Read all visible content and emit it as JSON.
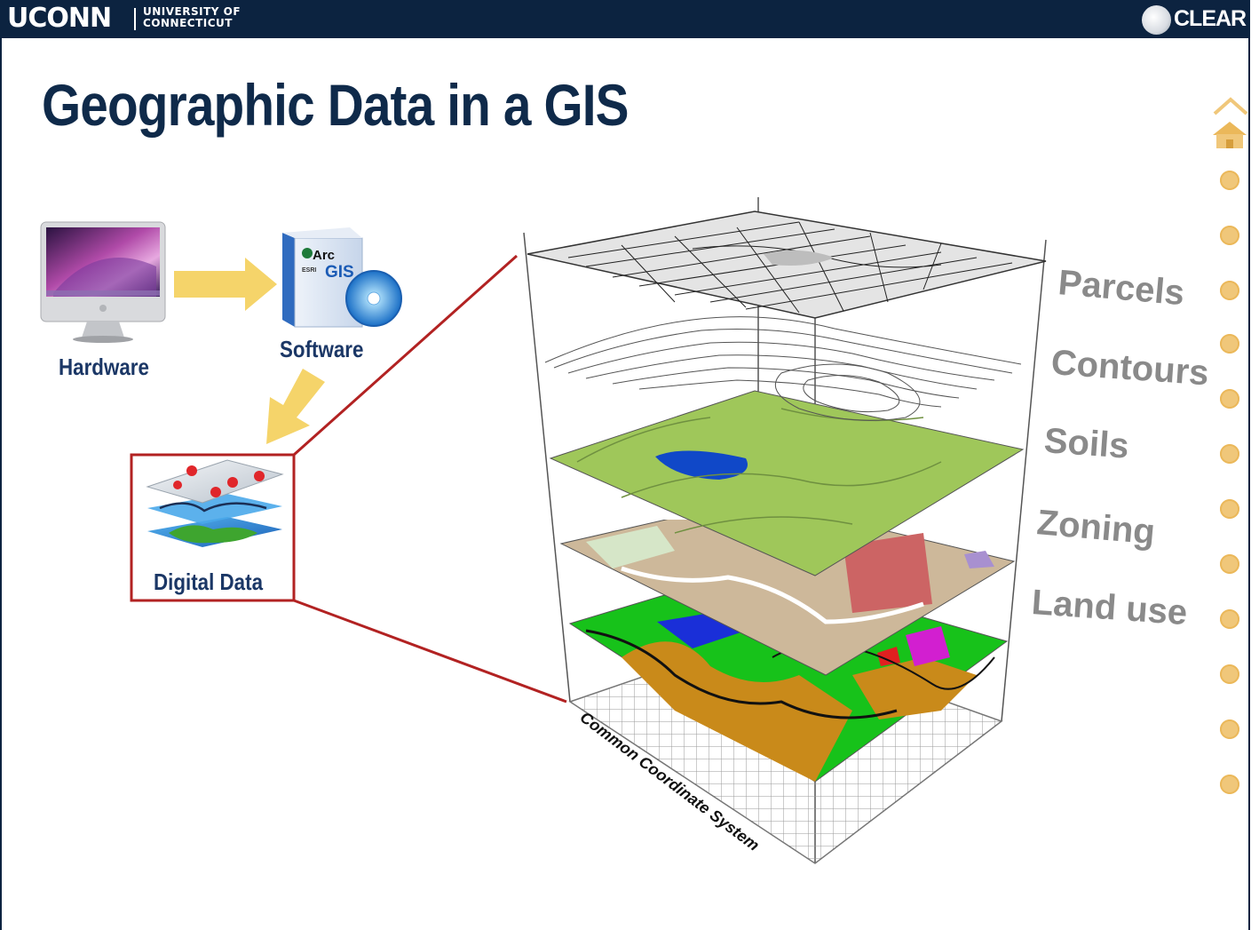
{
  "header": {
    "logo_main": "UCONN",
    "logo_sub_line1": "UNIVERSITY OF",
    "logo_sub_line2": "CONNECTICUT",
    "clear_label": "CLEAR"
  },
  "slide": {
    "title": "Geographic Data in a GIS"
  },
  "workflow": {
    "hardware_label": "Hardware",
    "software_label": "Software",
    "data_label": "Digital Data",
    "software_box_line1": "Arc",
    "software_box_line2": "GIS",
    "software_box_brand": "ESRI"
  },
  "layers": {
    "parcels": "Parcels",
    "contours": "Contours",
    "soils": "Soils",
    "zoning": "Zoning",
    "land_use": "Land use",
    "base_grid": "Common Coordinate System"
  },
  "colors": {
    "navy": "#0c2340",
    "title": "#0f2a4a",
    "label": "#1b3766",
    "arrow": "#f5d46a",
    "highlight_box": "#b22222",
    "soils": "#9fc75a",
    "zoning": "#cdb89a",
    "land_use_green": "#17c21a",
    "land_use_brown": "#c98a1a",
    "nav_dot": "#f0c77a"
  },
  "nav": {
    "up_icon": "chevron-up-icon",
    "home_icon": "home-icon",
    "dot_count": 12
  }
}
